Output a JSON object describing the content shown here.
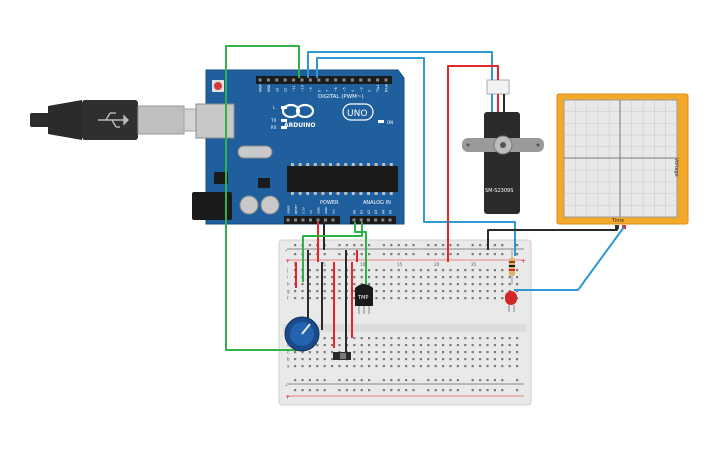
{
  "canvas": {
    "background": "#ffffff"
  },
  "arduino": {
    "logo_text": "ARDUINO",
    "model": "UNO",
    "digital_label": "DIGITAL (PWM~)",
    "power_label": "POWER",
    "analog_label": "ANALOG IN",
    "on_label": "ON",
    "tx_label": "TX",
    "rx_label": "RX",
    "l_label": "L",
    "digital_pins": [
      "AREF",
      "GND",
      "13",
      "12",
      "~11",
      "~10",
      "~9",
      "8",
      "7",
      "~6",
      "~5",
      "4",
      "~3",
      "2",
      "TX▸1",
      "RX◂0"
    ],
    "power_pins": [
      "IOREF",
      "RESET",
      "3.3V",
      "5V",
      "GND",
      "GND",
      "Vin"
    ],
    "analog_pins": [
      "A0",
      "A1",
      "A2",
      "A3",
      "A4",
      "A5"
    ],
    "board_color": "#1f5f9e"
  },
  "servo": {
    "label": "SM-S2309S",
    "color": "#2b2b2b"
  },
  "oscilloscope": {
    "time_label": "Time",
    "voltage_label": "Voltage",
    "frame_color": "#f2a92a"
  },
  "sensor": {
    "label": "TMP"
  },
  "breadboard": {
    "column_numbers": [
      "1",
      "5",
      "10",
      "15",
      "20",
      "25",
      "30"
    ],
    "row_letters_top": [
      "j",
      "i",
      "h",
      "g",
      "f"
    ],
    "row_letters_bottom": [
      "e",
      "d",
      "c",
      "b",
      "a"
    ]
  },
  "wire_colors": {
    "green": "#2db34a",
    "blue": "#2f97d1",
    "red": "#e3262b",
    "black": "#2a2a2a"
  }
}
